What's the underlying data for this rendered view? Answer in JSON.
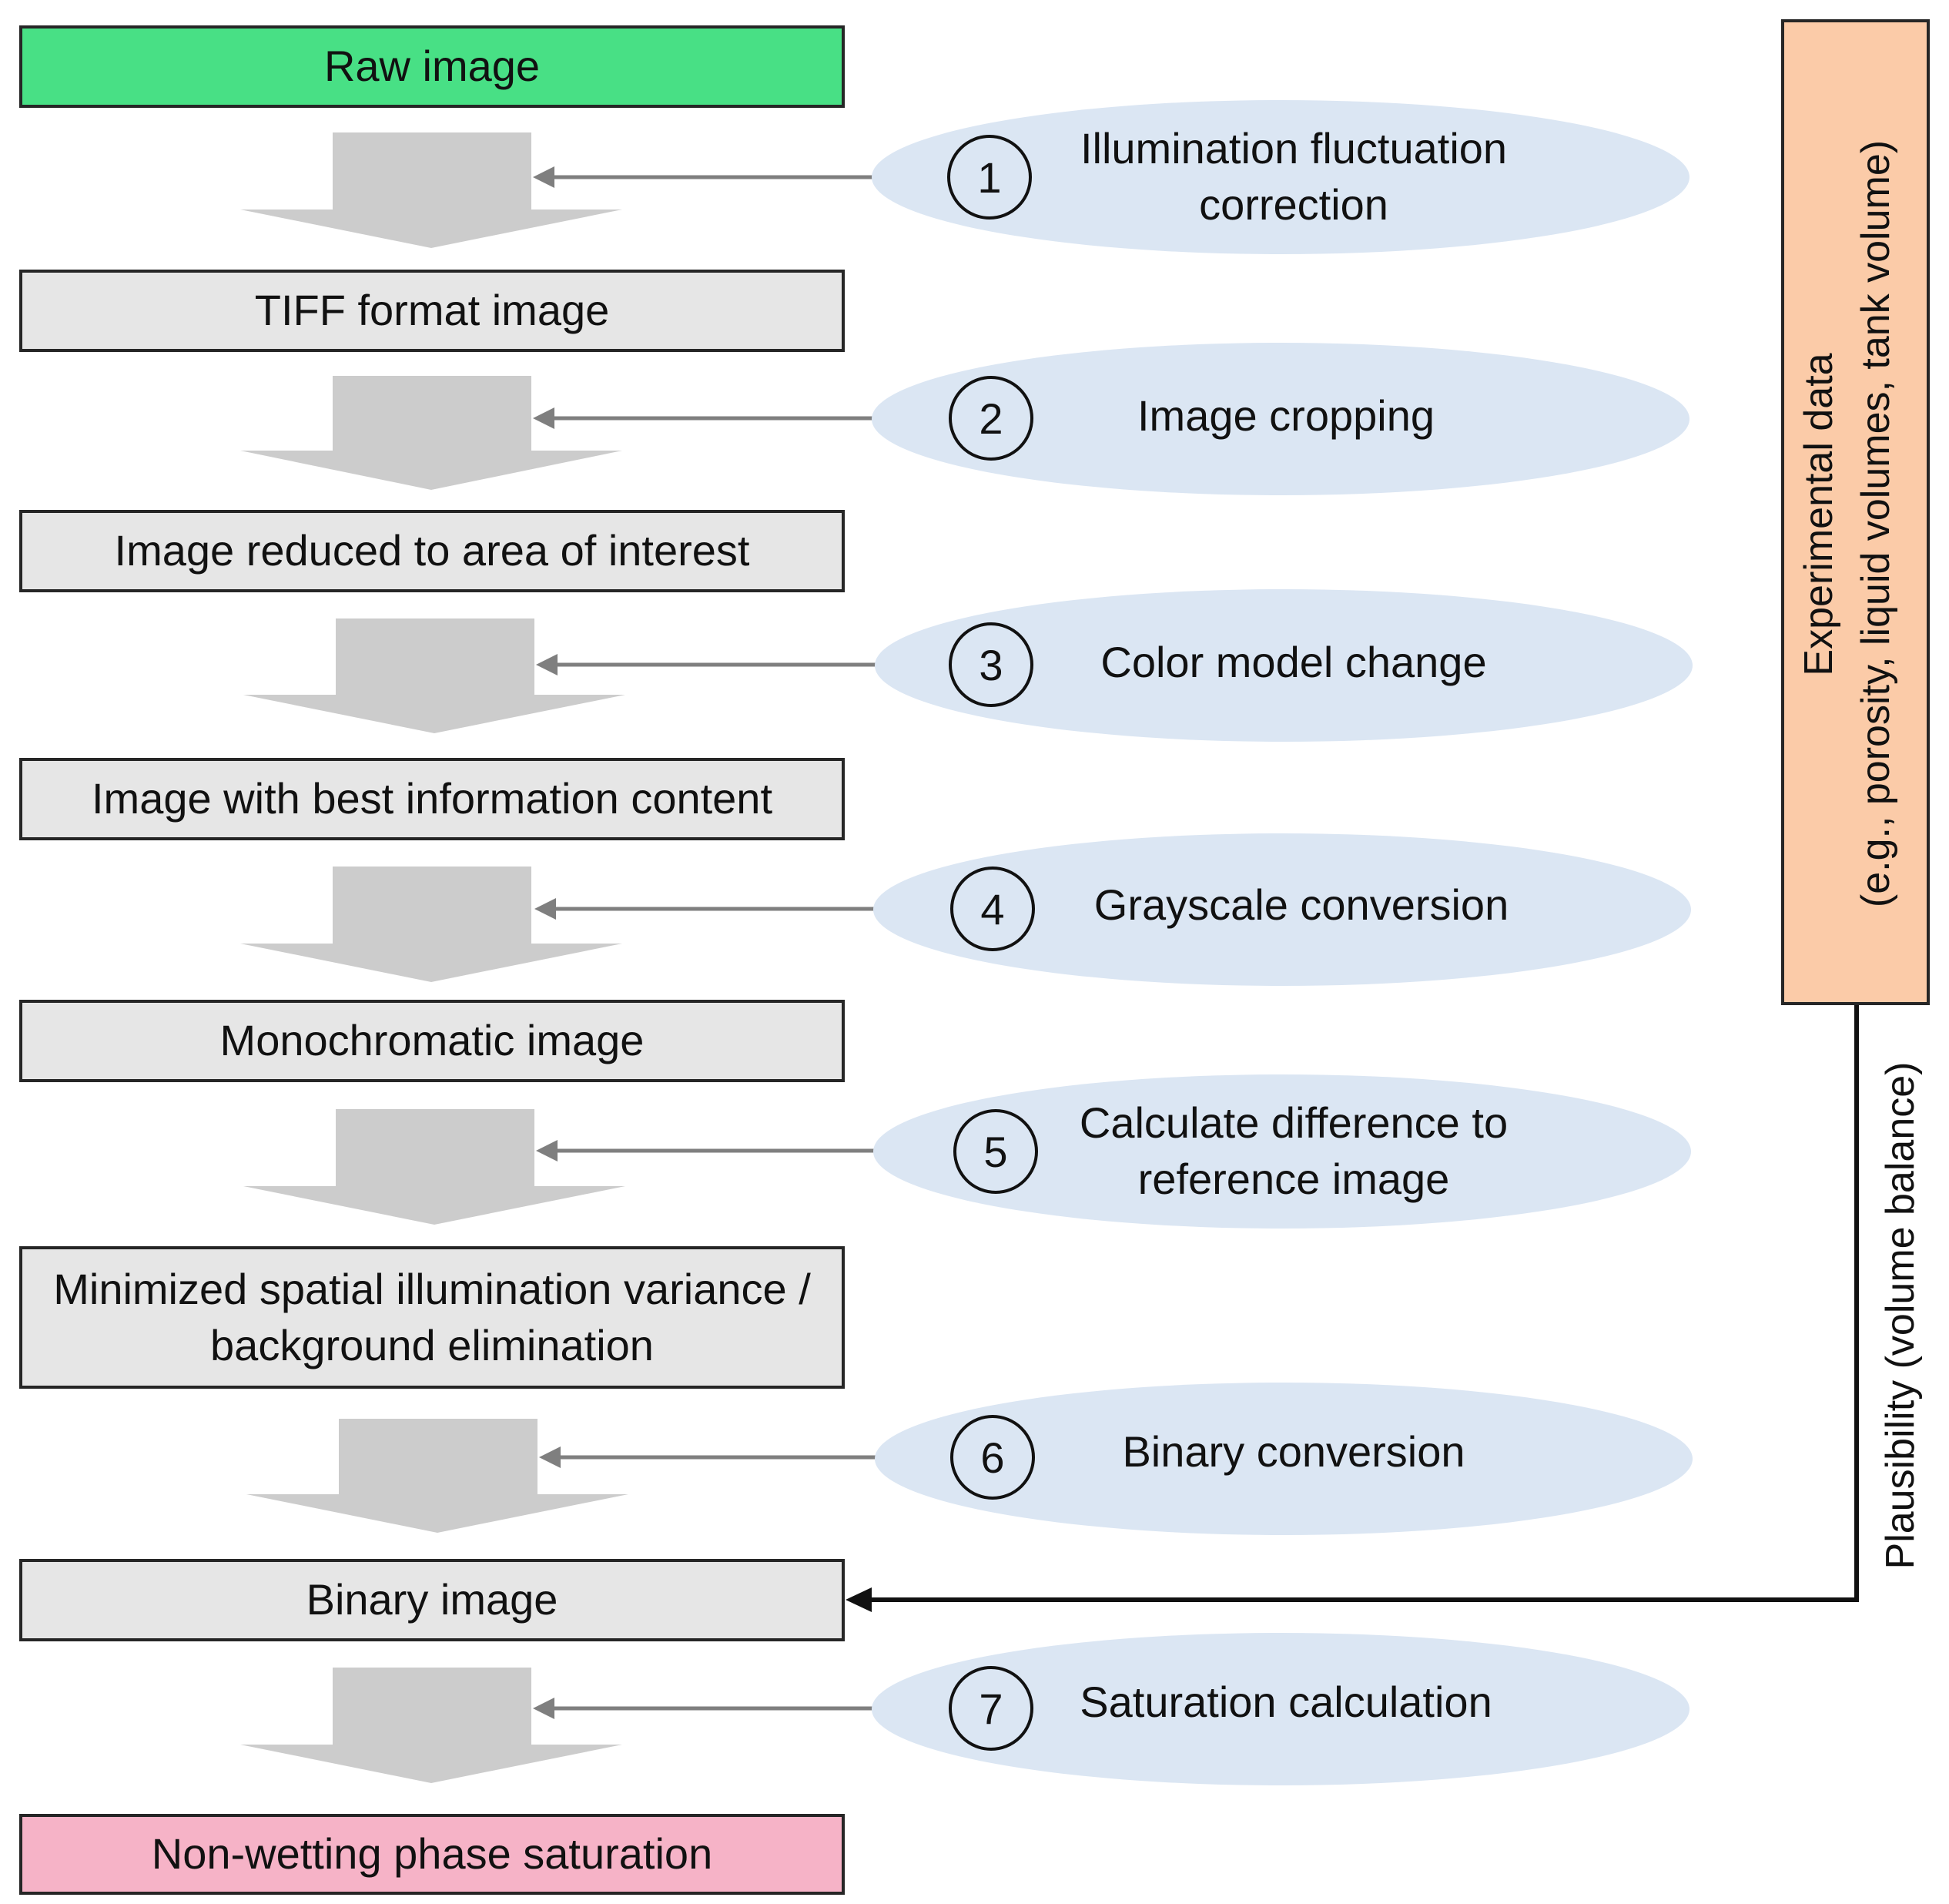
{
  "colors": {
    "start": "#48e085",
    "end": "#f6b3c7",
    "box": "#e6e6e6",
    "ellipse": "#dbe6f3",
    "arrow": "#cccccc",
    "experimental": "#fbcba8"
  },
  "boxes": [
    "Raw image",
    "TIFF format image",
    "Image reduced to area of interest",
    "Image with best information content",
    "Monochromatic image",
    "Minimized spatial illumination variance /\nbackground elimination",
    "Binary image",
    "Non-wetting phase saturation"
  ],
  "steps": [
    {
      "num": "1",
      "label": "Illumination fluctuation\ncorrection"
    },
    {
      "num": "2",
      "label": "Image cropping"
    },
    {
      "num": "3",
      "label": "Color model change"
    },
    {
      "num": "4",
      "label": "Grayscale conversion"
    },
    {
      "num": "5",
      "label": "Calculate difference to\nreference image"
    },
    {
      "num": "6",
      "label": "Binary conversion"
    },
    {
      "num": "7",
      "label": "Saturation calculation"
    }
  ],
  "experimental": {
    "line1": "Experimental data",
    "line2": "(e.g., porosity, liquid volumes, tank volume)"
  },
  "plausibility": "Plausibility (volume balance)"
}
